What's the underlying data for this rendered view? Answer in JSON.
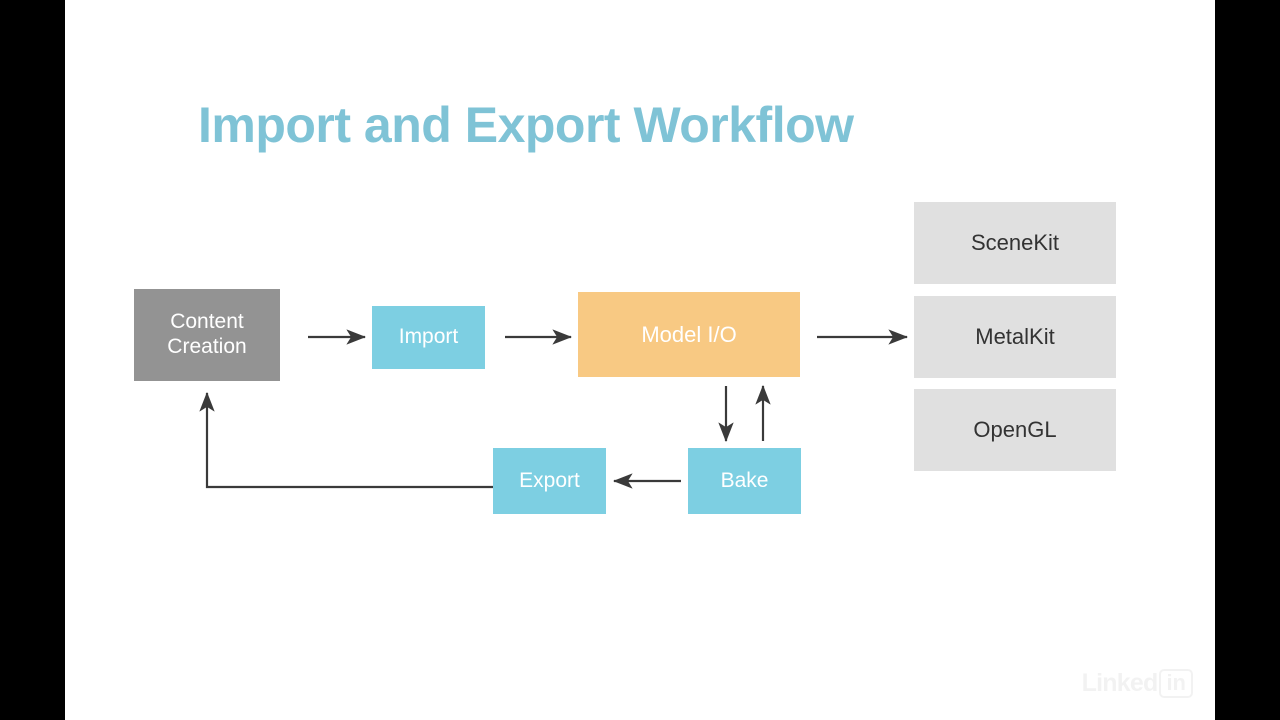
{
  "slide": {
    "title": "Import and Export Workflow",
    "background_color": "#ffffff",
    "title_color": "#7fc3d6",
    "letterbox_color": "#000000"
  },
  "palette": {
    "gray_node": "#939393",
    "blue_node": "#7dcfe2",
    "orange_node": "#f8c983",
    "lightgray_node": "#e0e0e0",
    "arrow": "#3a3a3a"
  },
  "diagram": {
    "type": "flowchart",
    "nodes": [
      {
        "id": "content-creation",
        "label": "Content Creation",
        "line1": "Content",
        "line2": "Creation",
        "style": "gray"
      },
      {
        "id": "import",
        "label": "Import",
        "style": "blue"
      },
      {
        "id": "model-io",
        "label": "Model I/O",
        "style": "orange"
      },
      {
        "id": "export",
        "label": "Export",
        "style": "blue"
      },
      {
        "id": "bake",
        "label": "Bake",
        "style": "blue"
      },
      {
        "id": "scenekit",
        "label": "SceneKit",
        "style": "lightgray"
      },
      {
        "id": "metalkit",
        "label": "MetalKit",
        "style": "lightgray"
      },
      {
        "id": "opengl",
        "label": "OpenGL",
        "style": "lightgray"
      }
    ],
    "edges": [
      {
        "from": "content-creation",
        "to": "import",
        "direction": "right"
      },
      {
        "from": "import",
        "to": "model-io",
        "direction": "right"
      },
      {
        "from": "model-io",
        "to": "metalkit",
        "direction": "right"
      },
      {
        "from": "model-io",
        "to": "bake",
        "direction": "down"
      },
      {
        "from": "bake",
        "to": "model-io",
        "direction": "up"
      },
      {
        "from": "bake",
        "to": "export",
        "direction": "left"
      },
      {
        "from": "export",
        "to": "content-creation",
        "direction": "left-then-up"
      }
    ]
  },
  "watermark": {
    "text": "Linked",
    "badge": "in"
  }
}
